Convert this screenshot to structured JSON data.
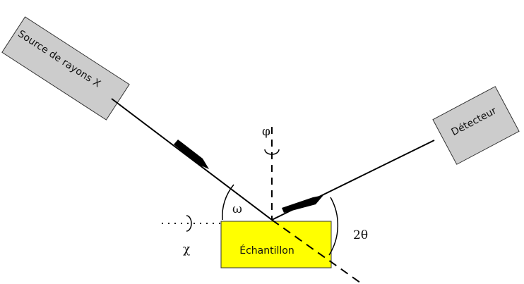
{
  "labels": {
    "source": "Source de rayons X",
    "detector": "Détecteur",
    "sample": "Échantillon",
    "phi": "φ",
    "chi": "χ",
    "omega": "ω",
    "two_theta": "2θ"
  },
  "colors": {
    "sample_fill": "#ffff00",
    "box_fill": "#cccccc",
    "line": "#000000"
  }
}
